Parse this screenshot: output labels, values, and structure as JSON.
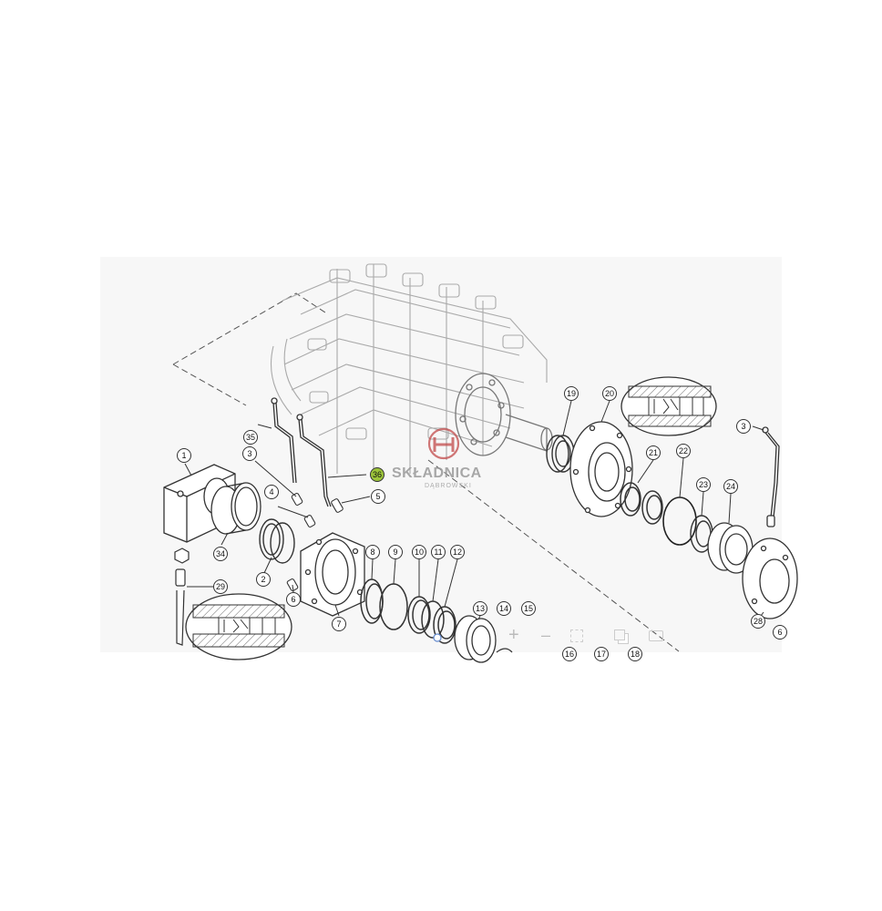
{
  "watermark": {
    "brand": "SKŁADNICA",
    "sub": "DĄBROWSKI"
  },
  "colors": {
    "line": "#3a3a3a",
    "light_line": "#9a9a9a",
    "panel_bg": "#f7f7f7",
    "highlight": "#9cc43a",
    "watermark": "#c24a4a",
    "watermark_text": "#9a9a9a"
  },
  "highlighted_part": "36",
  "parts": {
    "p1": "1",
    "p2": "2",
    "p3a": "3",
    "p3b": "3",
    "p4": "4",
    "p5": "5",
    "p6a": "6",
    "p6b": "6",
    "p7": "7",
    "p8": "8",
    "p9": "9",
    "p10": "10",
    "p11": "11",
    "p12": "12",
    "p13": "13",
    "p14": "14",
    "p15": "15",
    "p16": "16",
    "p17": "17",
    "p18": "18",
    "p19": "19",
    "p20": "20",
    "p21": "21",
    "p22": "22",
    "p23": "23",
    "p24": "24",
    "p28": "28",
    "p29": "29",
    "p34": "34",
    "p35": "35",
    "p36": "36"
  },
  "toolbar": {
    "zoom_in": "+",
    "zoom_out": "–",
    "fit_icon": "fit-screen-icon",
    "copy_icon": "copy-icon",
    "print_icon": "print-icon"
  }
}
